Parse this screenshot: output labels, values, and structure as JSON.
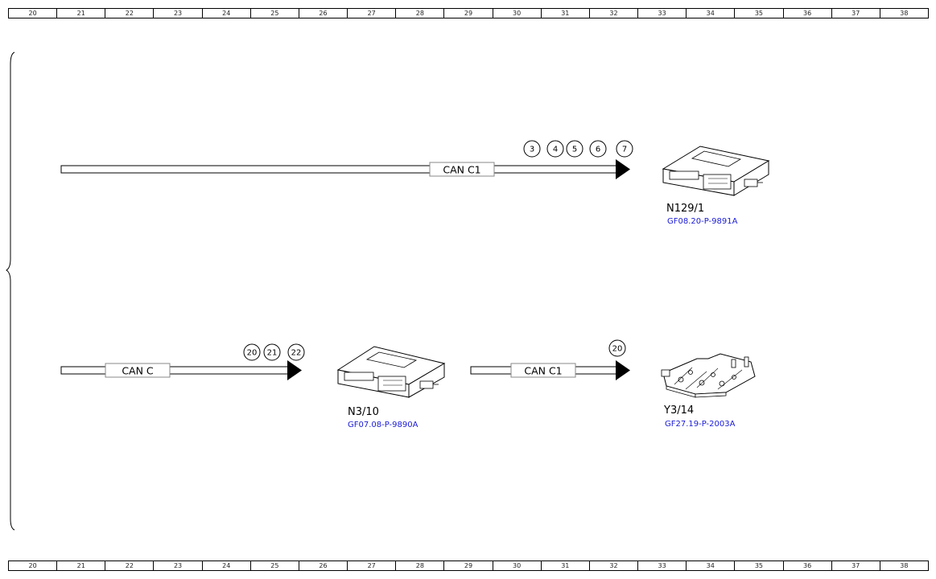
{
  "ruler": {
    "cells": [
      "20",
      "21",
      "22",
      "23",
      "24",
      "25",
      "26",
      "27",
      "28",
      "29",
      "30",
      "31",
      "32",
      "33",
      "34",
      "35",
      "36",
      "37",
      "38"
    ]
  },
  "buses": {
    "top": {
      "label": "CAN C1",
      "markers": [
        "3",
        "4",
        "5",
        "6",
        "7"
      ]
    },
    "bottom_left": {
      "label": "CAN C",
      "markers": [
        "20",
        "21",
        "22"
      ]
    },
    "bottom_right": {
      "label": "CAN C1",
      "markers": [
        "20"
      ]
    }
  },
  "components": {
    "n129": {
      "name": "N129/1",
      "ref": "GF08.20-P-9891A"
    },
    "n3": {
      "name": "N3/10",
      "ref": "GF07.08-P-9890A"
    },
    "y3": {
      "name": "Y3/14",
      "ref": "GF27.19-P-2003A"
    }
  }
}
